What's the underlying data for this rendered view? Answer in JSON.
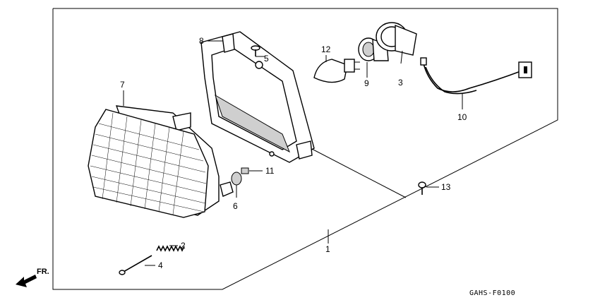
{
  "diagram": {
    "code": "GAHS-F0100",
    "direction_label": "FR.",
    "callouts": {
      "p1": "1",
      "p2": "2",
      "p3": "3",
      "p4": "4",
      "p5": "5",
      "p6": "6",
      "p7": "7",
      "p8": "8",
      "p9": "9",
      "p10": "10",
      "p11": "11",
      "p12": "12",
      "p13": "13"
    },
    "colors": {
      "ink": "#000000",
      "background": "#ffffff"
    }
  }
}
